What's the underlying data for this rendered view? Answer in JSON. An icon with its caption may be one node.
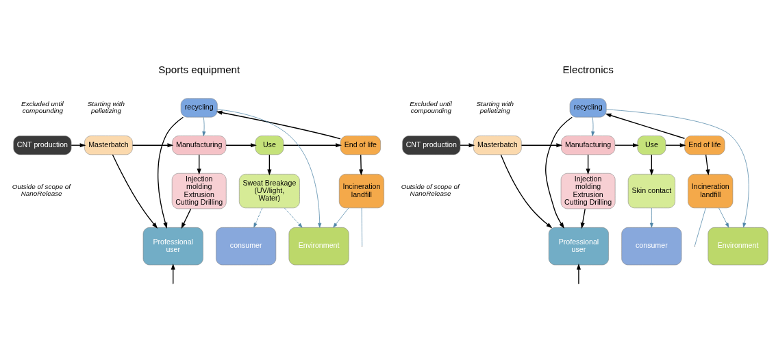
{
  "diagram": {
    "nodes": [
      {
        "text": [
          "CNT production"
        ]
      },
      {
        "text": [
          "Masterbatch"
        ]
      },
      {
        "text": [
          "Manufacturing"
        ]
      },
      {
        "text": [
          "Use"
        ]
      },
      {
        "text": [
          "End of life"
        ]
      },
      {
        "text": [
          "recycling"
        ]
      },
      {
        "text": [
          "Injection molding Extrusion Cutting Drilling"
        ]
      },
      {
        "text": [
          "Sweat Breakage (UV/light, Water)"
        ]
      },
      {
        "text": [
          "Incineration landfill"
        ]
      },
      {
        "text": [
          "Professional user"
        ]
      },
      {
        "text": [
          "consumer"
        ]
      },
      {
        "text": [
          "Environment"
        ]
      },
      {
        "text": [
          "CNT production"
        ]
      },
      {
        "text": [
          "Masterbatch"
        ]
      },
      {
        "text": [
          "Manufacturing"
        ]
      },
      {
        "text": [
          "Use"
        ]
      },
      {
        "text": [
          "End of life"
        ]
      },
      {
        "text": [
          "recycling"
        ]
      },
      {
        "text": [
          "Injection molding Extrusion Cutting Drilling"
        ]
      },
      {
        "text": [
          "Skin contact"
        ]
      },
      {
        "text": [
          "Incineration landfill"
        ]
      },
      {
        "text": [
          "Professional user"
        ]
      },
      {
        "text": [
          "consumer"
        ]
      },
      {
        "text": [
          "Environment"
        ]
      }
    ],
    "edges": [
      {
        "from": 0,
        "to": 1,
        "arrow": "to"
      },
      {
        "from": 1,
        "to": 2,
        "arrow": "to"
      },
      {
        "from": 2,
        "to": 3,
        "arrow": "to"
      },
      {
        "from": 3,
        "to": 4,
        "arrow": "to"
      },
      {
        "from": 4,
        "to": 5,
        "arrow": "to"
      },
      {
        "from": 5,
        "to": 2,
        "arrow": "to",
        "color": "#4f86a8"
      },
      {
        "from": 2,
        "to": 6,
        "arrow": "to"
      },
      {
        "from": 3,
        "to": 7,
        "arrow": "to"
      },
      {
        "from": 4,
        "to": 8,
        "arrow": "to"
      },
      {
        "from": 1,
        "to": 9,
        "arrow": "to"
      },
      {
        "from": 6,
        "to": 9,
        "arrow": "to"
      },
      {
        "from": 5,
        "to": 9,
        "arrow": "to"
      },
      {
        "from": 5,
        "to": 11,
        "arrow": "to",
        "color": "#4f86a8"
      },
      {
        "from": 7,
        "to": 10,
        "arrow": "to",
        "style": "dashed",
        "color": "#4f86a8"
      },
      {
        "from": 7,
        "to": 11,
        "arrow": "to",
        "style": "dashed",
        "color": "#4f86a8"
      },
      {
        "from": 8,
        "to": 11,
        "arrow": "to",
        "color": "#4f86a8"
      },
      {
        "from": 8,
        "to": null,
        "arrow": "none",
        "color": "#4f86a8"
      },
      {
        "from": null,
        "to": 9,
        "arrow": "to"
      },
      {
        "from": 12,
        "to": 13,
        "arrow": "to"
      },
      {
        "from": 13,
        "to": 14,
        "arrow": "to"
      },
      {
        "from": 14,
        "to": 15,
        "arrow": "to"
      },
      {
        "from": 15,
        "to": 16,
        "arrow": "to"
      },
      {
        "from": 16,
        "to": 17,
        "arrow": "to"
      },
      {
        "from": 17,
        "to": 14,
        "arrow": "to",
        "color": "#4f86a8"
      },
      {
        "from": 14,
        "to": 18,
        "arrow": "to"
      },
      {
        "from": 15,
        "to": 19,
        "arrow": "to"
      },
      {
        "from": 16,
        "to": 20,
        "arrow": "to"
      },
      {
        "from": 13,
        "to": 21,
        "arrow": "to"
      },
      {
        "from": 18,
        "to": 21,
        "arrow": "to"
      },
      {
        "from": 17,
        "to": 21,
        "arrow": "to"
      },
      {
        "from": 17,
        "to": 23,
        "arrow": "to",
        "color": "#4f86a8"
      },
      {
        "from": 19,
        "to": 22,
        "arrow": "to",
        "color": "#4f86a8"
      },
      {
        "from": 20,
        "to": 23,
        "arrow": "to",
        "color": "#4f86a8"
      },
      {
        "from": 20,
        "to": null,
        "arrow": "none",
        "color": "#4f86a8"
      },
      {
        "from": null,
        "to": 21,
        "arrow": "to"
      }
    ],
    "labels": [
      "Sports equipment",
      "Excluded until compounding",
      "Starting with pelletizing",
      "Outside of scope of NanoRelease",
      "Electronics",
      "Excluded until compounding",
      "Starting with pelletizing",
      "Outside of scope of NanoRelease"
    ]
  }
}
